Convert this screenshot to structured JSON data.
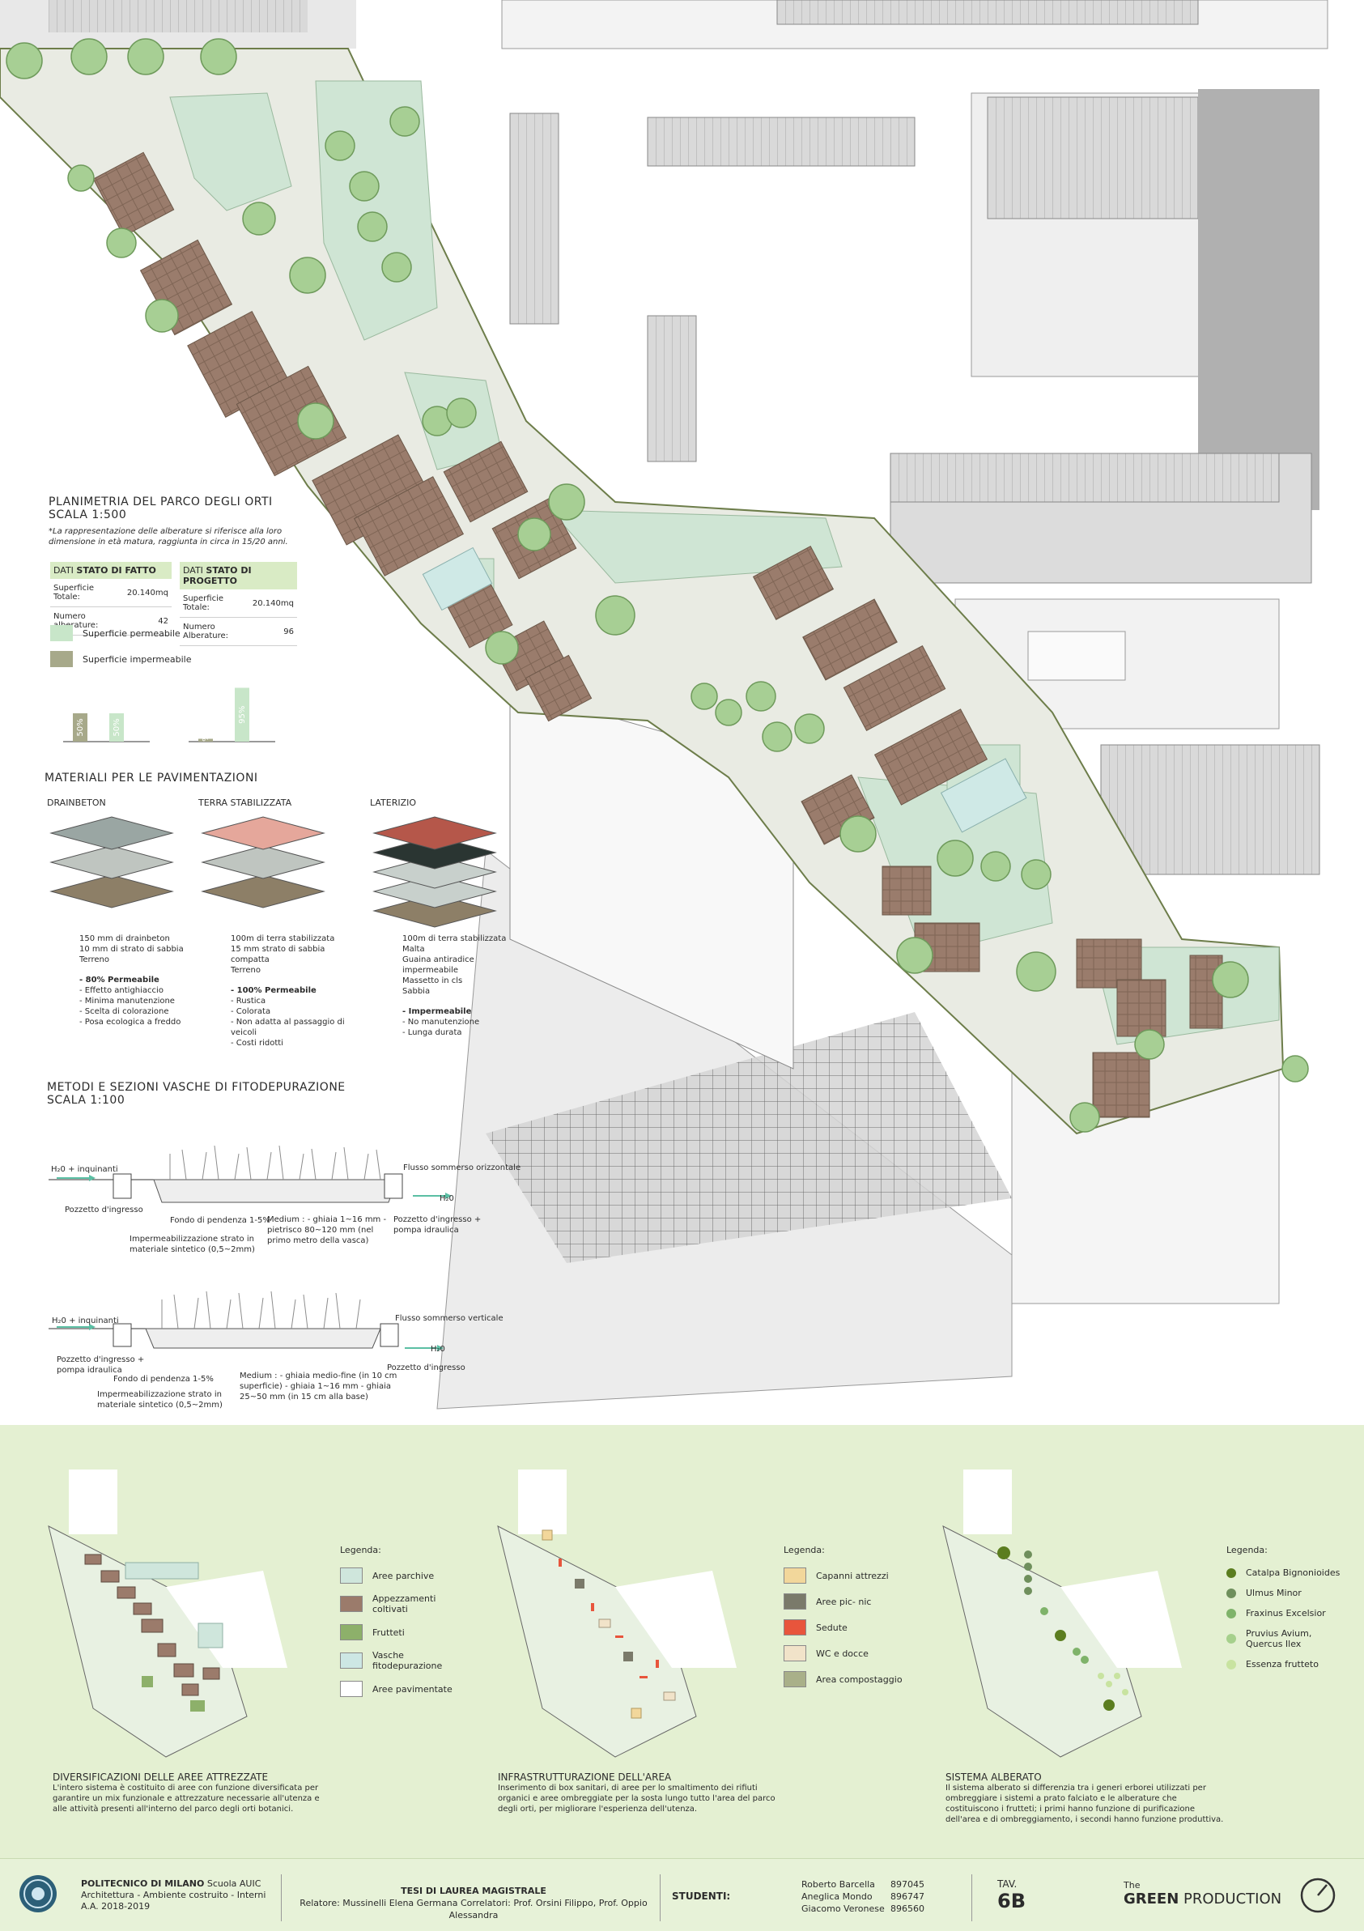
{
  "plan": {
    "title": "PLANIMETRIA DEL PARCO DEGLI ORTI",
    "scale": "SCALA 1:500",
    "note": "*La rappresentazione delle alberature si riferisce alla loro dimensione in età matura, raggiunta in circa in 15/20 anni."
  },
  "stats": {
    "fatto_header_prefix": "DATI",
    "fatto_header": "STATO DI FATTO",
    "progetto_header_prefix": "DATI",
    "progetto_header": "STATO DI PROGETTO",
    "fatto_rows": [
      {
        "label": "Superficie Totale:",
        "value": "20.140mq"
      },
      {
        "label": "Numero alberature:",
        "value": "42"
      }
    ],
    "progetto_rows": [
      {
        "label": "Superficie Totale:",
        "value": "20.140mq"
      },
      {
        "label": "Numero Alberature:",
        "value": "96"
      }
    ],
    "legend": [
      {
        "label": "Superficie permeabile",
        "color": "#c8e6c9"
      },
      {
        "label": "Superficie impermeabile",
        "color": "#a7a98a"
      }
    ]
  },
  "chart_data": [
    {
      "type": "bar",
      "categories": [
        "Superficie impermeabile",
        "Superficie permeabile"
      ],
      "values": [
        50,
        50
      ],
      "ylim": [
        0,
        100
      ],
      "colors": [
        "#a7a98a",
        "#c8e6c9"
      ]
    },
    {
      "type": "bar",
      "categories": [
        "Superficie impermeabile",
        "Superficie permeabile"
      ],
      "values": [
        5,
        95
      ],
      "ylim": [
        0,
        100
      ],
      "colors": [
        "#a7a98a",
        "#c8e6c9"
      ]
    }
  ],
  "materials": {
    "title": "MATERIALI PER LE PAVIMENTAZIONI",
    "items": [
      {
        "name": "DRAINBETON",
        "layers": [
          "150 mm di drainbeton",
          "10 mm di strato di sabbia",
          "Terreno"
        ],
        "headline": "- 80% Permeabile",
        "features": [
          "- Effetto antighiaccio",
          "- Minima manutenzione",
          "- Scelta di colorazione",
          "- Posa ecologica a freddo"
        ],
        "top_color": "#9aa6a3"
      },
      {
        "name": "TERRA STABILIZZATA",
        "layers": [
          "100m di terra stabilizzata",
          "15 mm strato di sabbia compatta",
          "Terreno"
        ],
        "headline": "- 100% Permeabile",
        "features": [
          "- Rustica",
          "- Colorata",
          "- Non adatta al passaggio di veicoli",
          "- Costi ridotti"
        ],
        "top_color": "#e5a79b"
      },
      {
        "name": "LATERIZIO",
        "layers": [
          "100m di terra stabilizzata",
          "Malta",
          "Guaina antiradice impermeabile",
          "Massetto in cls",
          "Sabbia"
        ],
        "headline": "- Impermeabile",
        "features": [
          "- No manutenzione",
          "- Lunga durata"
        ],
        "top_color": "#b5574a"
      }
    ]
  },
  "methods": {
    "title": "METODI E SEZIONI VASCHE DI FITODEPURAZIONE",
    "scale": "SCALA 1:100",
    "section1": {
      "flow": "Flusso sommerso orizzontale",
      "in_label": "H₂0 + inquinanti",
      "out_label": "H₂0",
      "left_well": "Pozzetto d'ingresso",
      "fondo": "Fondo di pendenza 1-5%",
      "imper": "Impermeabilizzazione strato in materiale sintetico (0,5~2mm)",
      "medium": "Medium : - ghiaia 1~16 mm - pietrisco 80~120 mm (nel primo metro della vasca)",
      "right_well": "Pozzetto d'ingresso + pompa idraulica"
    },
    "section2": {
      "flow": "Flusso sommerso verticale",
      "in_label": "H₂0 + inquinanti",
      "out_label": "H₂0",
      "left_well": "Pozzetto d'ingresso + pompa idraulica",
      "fondo": "Fondo di pendenza 1-5%",
      "imper": "Impermeabilizzazione strato in materiale sintetico (0,5~2mm)",
      "medium": "Medium : - ghiaia medio-fine (in 10 cm superficie) - ghiaia 1~16 mm - ghiaia 25~50 mm (in 15 cm alla base)",
      "right_well": "Pozzetto d'ingresso"
    }
  },
  "panels": [
    {
      "legend_title": "Legenda:",
      "legend": [
        {
          "label": "Aree parchive",
          "color": "#cfe6dc"
        },
        {
          "label": "Appezzamenti coltivati",
          "color": "#9b7b6b"
        },
        {
          "label": "Frutteti",
          "color": "#8db06a"
        },
        {
          "label": "Vasche fitodepurazione",
          "color": "#cde7e4"
        },
        {
          "label": "Aree pavimentate",
          "color": "#ffffff"
        }
      ],
      "heading": "DIVERSIFICAZIONI DELLE AREE ATTREZZATE",
      "text": "L'intero sistema è costituito di aree con funzione diversificata per garantire un mix funzionale e attrezzature necessarie all'utenza e alle attività presenti all'interno del parco degli orti botanici."
    },
    {
      "legend_title": "Legenda:",
      "legend": [
        {
          "label": "Capanni attrezzi",
          "color": "#f2d79b"
        },
        {
          "label": "Aree pic- nic",
          "color": "#7a7a6a"
        },
        {
          "label": "Sedute",
          "color": "#e8553c"
        },
        {
          "label": "WC e docce",
          "color": "#f1e3c9"
        },
        {
          "label": "Area compostaggio",
          "color": "#a9b089"
        }
      ],
      "heading": "INFRASTRUTTURAZIONE DELL'AREA",
      "text": "Inserimento di box sanitari, di aree per lo smaltimento dei rifiuti organici e aree ombreggiate per la sosta lungo tutto l'area del parco degli orti, per migliorare l'esperienza dell'utenza."
    },
    {
      "legend_title": "Legenda:",
      "legend": [
        {
          "label": "Catalpa Bignonioides",
          "color": "#5b7d1f"
        },
        {
          "label": "Ulmus Minor",
          "color": "#6f8f5c"
        },
        {
          "label": "Fraxinus Excelsior",
          "color": "#7fb36a"
        },
        {
          "label": "Pruvius Avium, Quercus Ilex",
          "color": "#a6d08c"
        },
        {
          "label": "Essenza frutteto",
          "color": "#c8e3a0"
        }
      ],
      "heading": "SISTEMA ALBERATO",
      "text": "Il sistema alberato si differenzia tra i generi erborei utilizzati per ombreggiare i sistemi a prato falciato e le alberature che costituiscono i frutteti; i primi hanno funzione di purificazione dell'area e di ombreggiamento, i secondi hanno funzione produttiva."
    }
  ],
  "footer": {
    "school": "POLITECNICO DI MILANO",
    "school_suffix": "Scuola AUIC",
    "course": "Architettura - Ambiente costruito - Interni",
    "year": "A.A. 2018-2019",
    "thesis": "TESI DI LAUREA MAGISTRALE",
    "advisors": "Relatore: Mussinelli Elena Germana Correlatori: Prof. Orsini Filippo, Prof. Oppio Alessandra",
    "students_label": "STUDENTI:",
    "students": [
      {
        "name": "Roberto Barcella",
        "id": "897045"
      },
      {
        "name": "Aneglica Mondo",
        "id": "896747"
      },
      {
        "name": "Giacomo Veronese",
        "id": "896560"
      }
    ],
    "tav_label": "TAV.",
    "tav": "6B",
    "brand_small": "The",
    "brand_bold": "GREEN",
    "brand_rest": "PRODUCTION"
  }
}
